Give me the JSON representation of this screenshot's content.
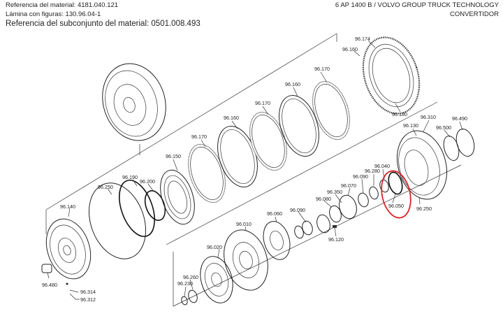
{
  "header": {
    "material_ref": "Referencia del material: 4181.040.121",
    "plate": "Lámina con figuras: 130.96.04-1",
    "subassembly_ref": "Referencia del subconjunto del material: 0501.008.493",
    "product": "6 AP 1400 B / VOLVO GROUP TRUCK TECHNOLOGY",
    "component": "CONVERTIDOR"
  },
  "highlight_color": "#d9262b",
  "highlighted_part": "96.050",
  "part_labels": [
    "96.174",
    "96.160",
    "96.170",
    "96.160",
    "96.170",
    "96.160",
    "96.170",
    "96.150",
    "96.180",
    "96.310",
    "96.490",
    "96.130",
    "96.500",
    "96.040",
    "96.280",
    "96.090",
    "96.070",
    "96.350",
    "96.080",
    "96.090",
    "96.060",
    "96.010",
    "96.020",
    "96.260",
    "96.230",
    "96.250",
    "96.190",
    "96.200",
    "96.140",
    "96.480",
    "96.314",
    "96.312",
    "96.250",
    "96.120",
    "96.050"
  ]
}
